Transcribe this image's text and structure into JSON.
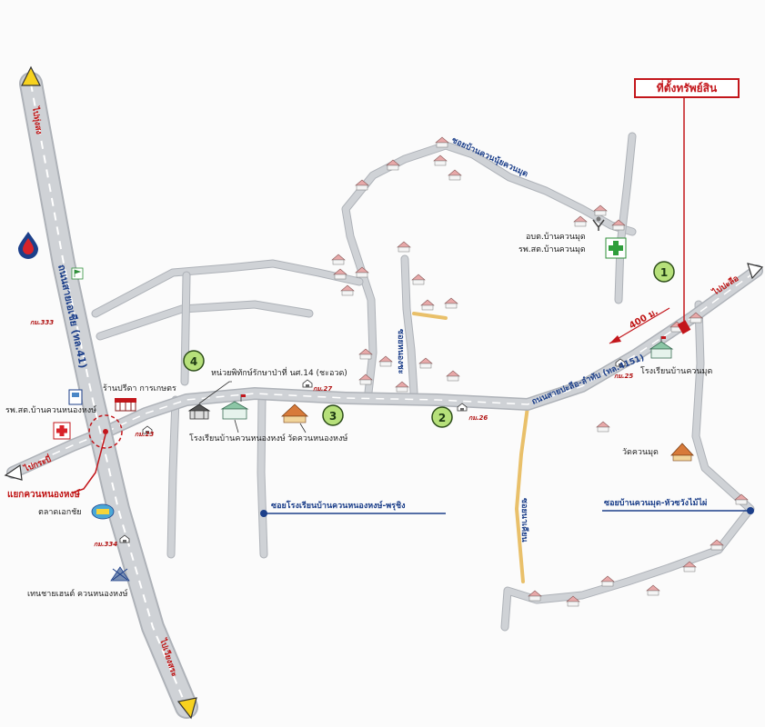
{
  "property": {
    "label": "ที่ตั้งทรัพย์สิน"
  },
  "markers": [
    {
      "number": "1"
    },
    {
      "number": "2"
    },
    {
      "number": "3"
    },
    {
      "number": "4"
    }
  ],
  "distance": "400 ม.",
  "roads": {
    "highway_41": "ถนนสายเอเชีย (ทล.41)",
    "route_4151": "ถนนสายปะลีอ-ลำทับ (ทล.4151)",
    "soi_nongtum": "ซอยบ้านควนนุ้ยควนมุด",
    "soi_school": "ซอยโรงเรียนบ้านควนหนองหงษ์-พรุชิง",
    "soi_huaywang": "ซอยบ้านควนมุด-หัวซวังไม้ไผ่",
    "soi_v1": "ซอยหนองชะ",
    "soi_v2": "ซอยนาเคียน"
  },
  "directions": {
    "north": "ไปทุ่งสง",
    "south": "ไปเวียงสระ",
    "west": "ไปกระบี่",
    "east": "ไปปะลีอ"
  },
  "km": {
    "k333": "กม.333",
    "k334": "กม.334",
    "k23": "กม.23",
    "k27": "กม.27",
    "k26": "กม.26",
    "k25": "กม.25"
  },
  "places": {
    "obt": "อบต.บ้านควนมุด",
    "hospital_muad": "รพ.สต.บ้านควนมุด",
    "school_muad": "โรงเรียนบ้านควนมุด",
    "temple_muad": "วัดควนมุด",
    "hospital_nong": "รพ.สต.บ้านควนหนองหงษ์",
    "shop": "ร้านปรีดา การเกษตร",
    "forest_unit": "หน่วยพิทักษ์รักษาป่าที่ นศ.14 (ชะอวด)",
    "school_nong": "โรงเรียนบ้านควนหนองหงษ์",
    "temple_nong": "วัดควนหนองหงษ์",
    "junction": "แยกควนหนองหงษ์",
    "market": "ตลาดเอกชัย",
    "tent": "เทนชายเฮนต์ ควนหนองหงษ์"
  },
  "colors": {
    "road": "#cfd2d6",
    "road_edge": "#aeb2b8",
    "soi": "#e9c06a",
    "accent_red": "#c3161b",
    "label_blue": "#1c3f8a",
    "marker_green": "#b6e07a"
  }
}
